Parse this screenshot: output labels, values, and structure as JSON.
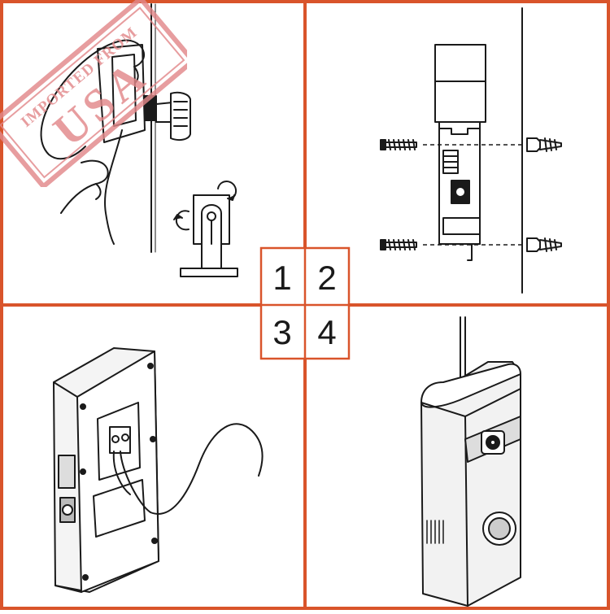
{
  "colors": {
    "frame": "#d9542b",
    "stamp": "#e2888a",
    "line": "#1a1a1a",
    "device_fill": "#ececec",
    "device_dark": "#bdbdbd"
  },
  "steps": [
    {
      "label": "1"
    },
    {
      "label": "2"
    },
    {
      "label": "3"
    },
    {
      "label": "4"
    }
  ],
  "stamp": {
    "top_text": "IMPORTED FROM",
    "main_text": "USA"
  }
}
